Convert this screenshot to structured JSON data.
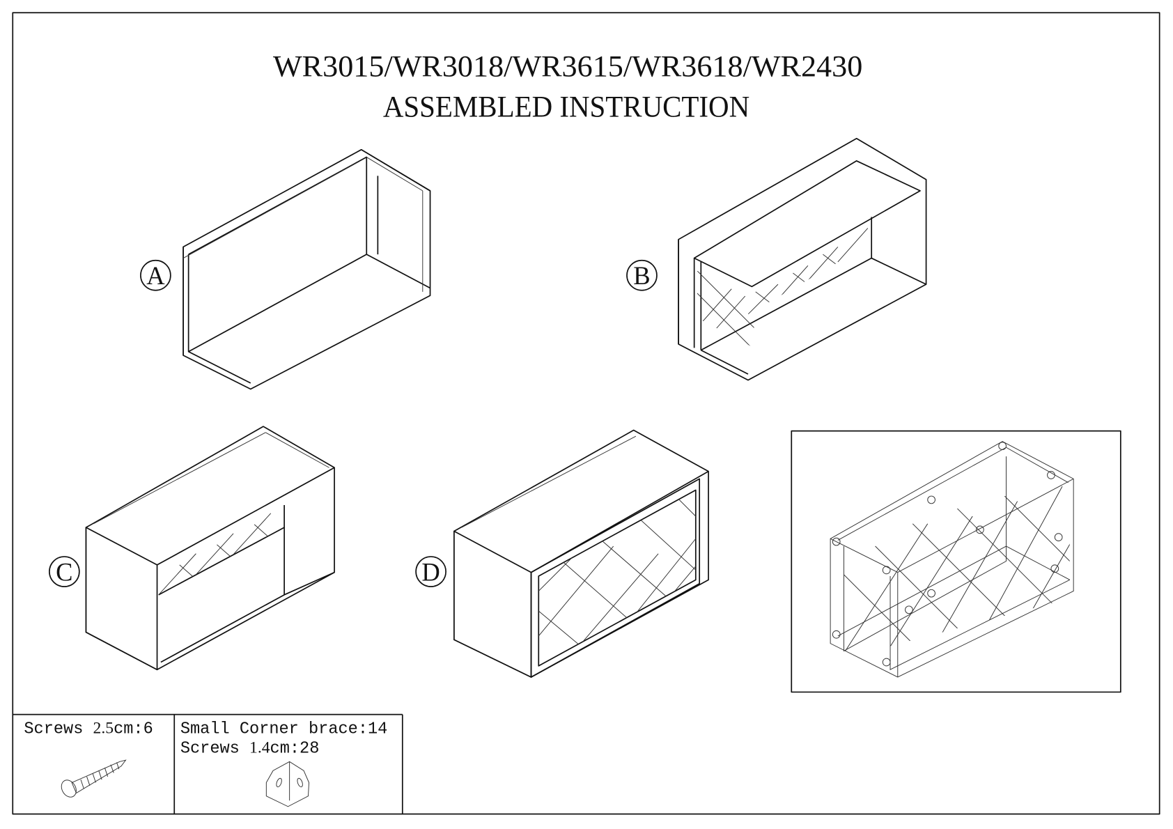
{
  "title": {
    "models": "WR3015/WR3018/WR3615/WR3618/WR2430",
    "subtitle": "ASSEMBLED INSTRUCTION"
  },
  "steps": [
    {
      "label": "A"
    },
    {
      "label": "B"
    },
    {
      "label": "C"
    },
    {
      "label": "D"
    }
  ],
  "hardware": [
    {
      "name": "Screws",
      "size": "2.5",
      "unit": "cm:6"
    },
    {
      "name": "Small Corner brace:14",
      "screw_name": "Screws",
      "screw_size": "1.4",
      "screw_unit": "cm:28"
    }
  ]
}
